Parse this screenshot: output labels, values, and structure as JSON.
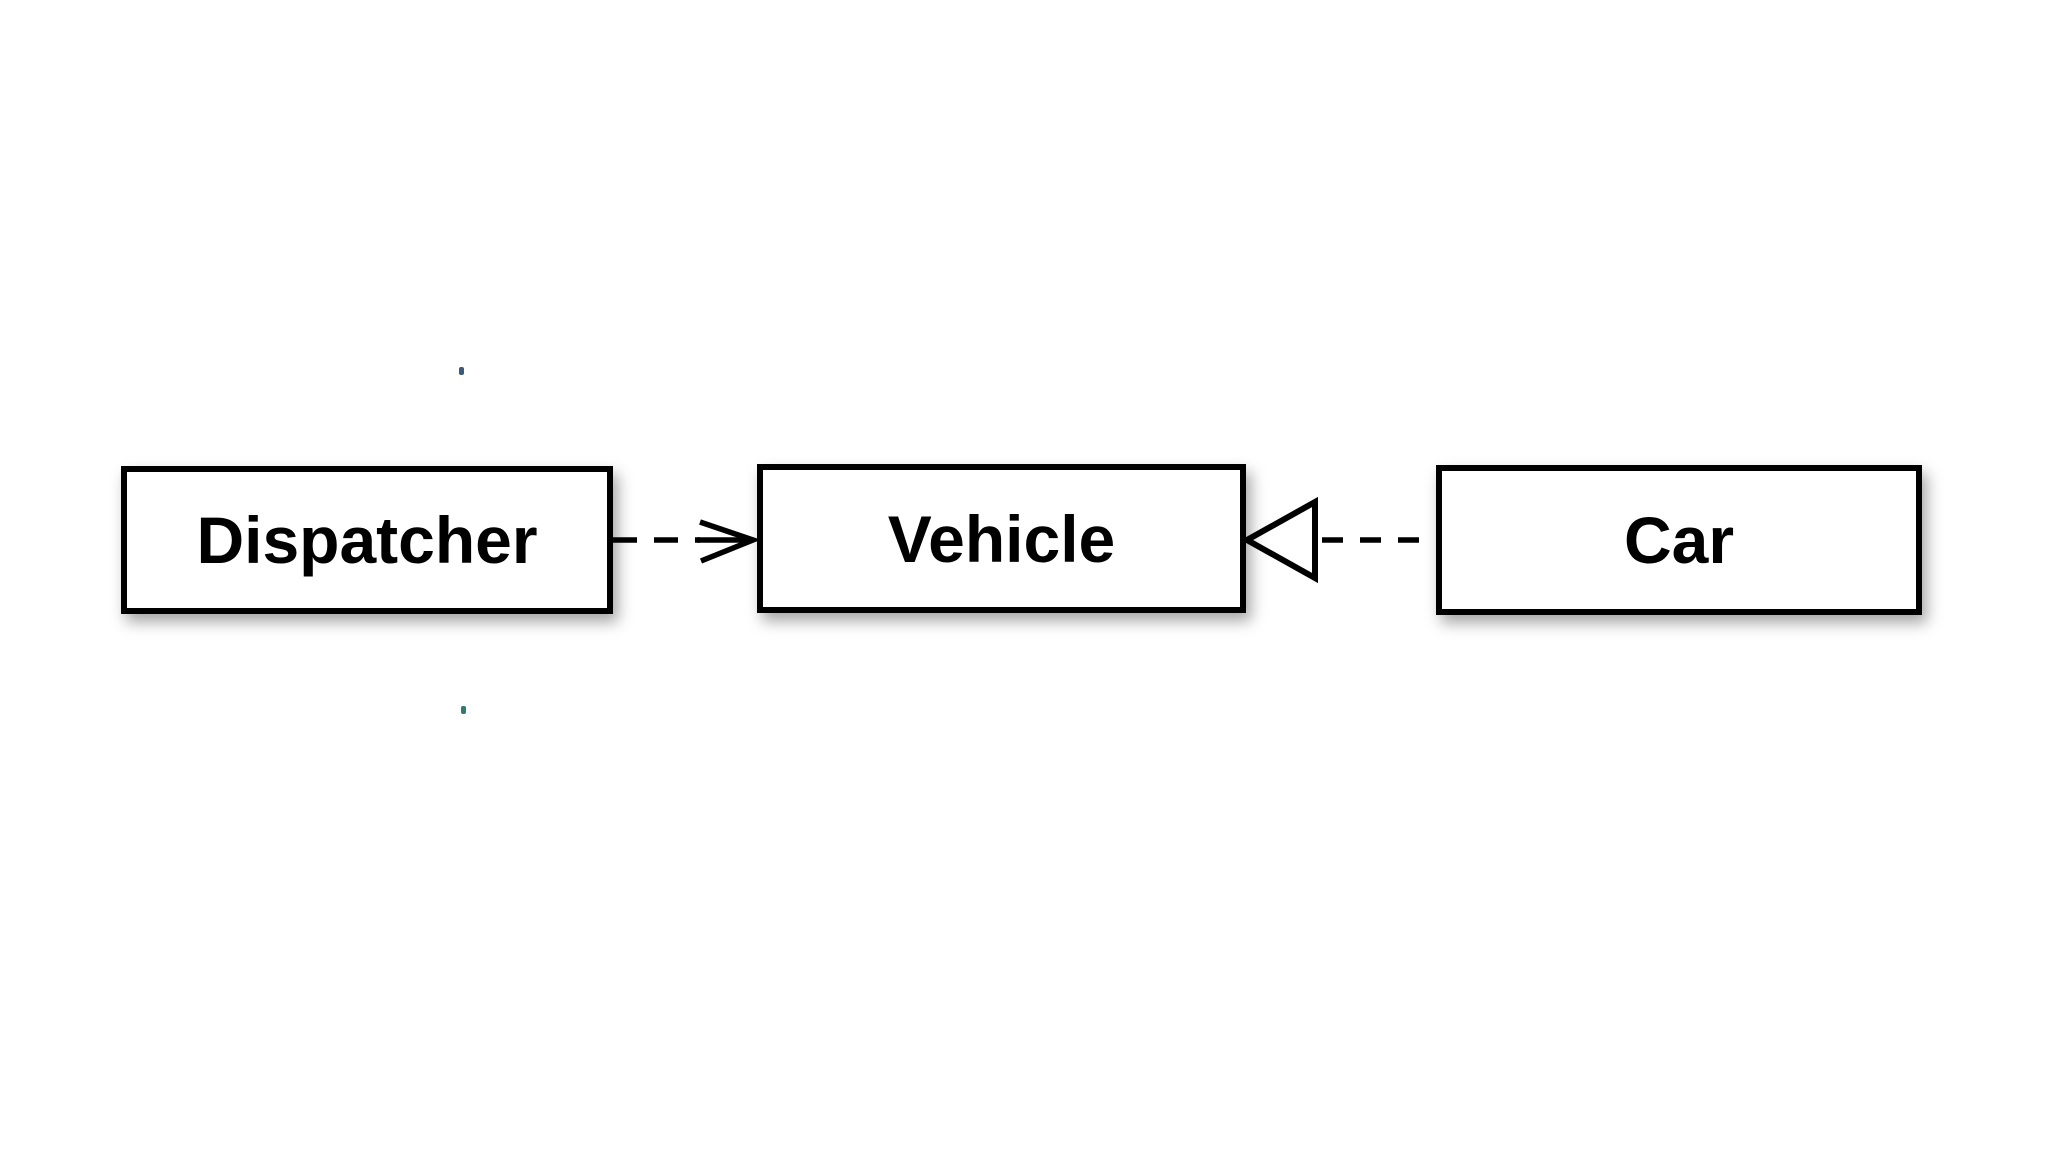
{
  "background_color": "#ffffff",
  "diagram": {
    "type": "uml-class-diagram",
    "stroke_color": "#000000",
    "node_fill": "#ffffff",
    "nodes": [
      {
        "id": "dispatcher",
        "label": "Dispatcher"
      },
      {
        "id": "vehicle",
        "label": "Vehicle"
      },
      {
        "id": "car",
        "label": "Car"
      }
    ],
    "edges": [
      {
        "from": "Dispatcher",
        "to": "Vehicle",
        "type": "dependency",
        "line": "dashed",
        "arrowhead": "open-arrow"
      },
      {
        "from": "Car",
        "to": "Vehicle",
        "type": "realization",
        "line": "dashed",
        "arrowhead": "hollow-triangle"
      }
    ],
    "artifacts": [
      {
        "name": "blue-speck",
        "css": "background-color:#27496d"
      },
      {
        "name": "teal-speck",
        "css": "background-color:#1d6b63"
      }
    ]
  }
}
